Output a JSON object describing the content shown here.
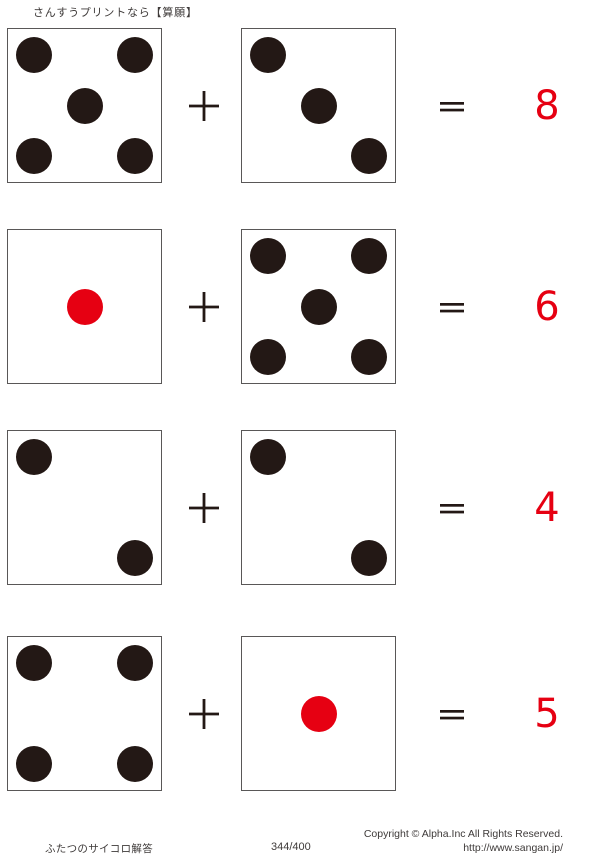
{
  "header": {
    "title": "さんすうプリントなら【算願】"
  },
  "symbols": {
    "plus": "+",
    "equals": "="
  },
  "problems": [
    {
      "die1": {
        "value": 5,
        "color": "black",
        "pips": [
          "tl",
          "tr",
          "c",
          "bl",
          "br"
        ]
      },
      "die2": {
        "value": 3,
        "color": "black",
        "pips": [
          "tl",
          "c",
          "br"
        ]
      },
      "answer": "8"
    },
    {
      "die1": {
        "value": 1,
        "color": "red",
        "pips": [
          "c"
        ]
      },
      "die2": {
        "value": 5,
        "color": "black",
        "pips": [
          "tl",
          "tr",
          "c",
          "bl",
          "br"
        ]
      },
      "answer": "6"
    },
    {
      "die1": {
        "value": 2,
        "color": "black",
        "pips": [
          "tl",
          "br"
        ]
      },
      "die2": {
        "value": 2,
        "color": "black",
        "pips": [
          "tl",
          "br"
        ]
      },
      "answer": "4"
    },
    {
      "die1": {
        "value": 4,
        "color": "black",
        "pips": [
          "tl",
          "tr",
          "bl",
          "br"
        ]
      },
      "die2": {
        "value": 1,
        "color": "red",
        "pips": [
          "c"
        ]
      },
      "answer": "5"
    }
  ],
  "footer": {
    "left": "ふたつのサイコロ解答",
    "page_number": "344/400",
    "copyright": "Copyright ©  Alpha.Inc All Rights Reserved.",
    "url": "http://www.sangan.jp/"
  },
  "colors": {
    "pip_black": "#231815",
    "pip_red": "#e60012",
    "answer_red": "#e60012",
    "box_border": "#595757",
    "operator": "#231815",
    "text": "#3e3a39"
  }
}
